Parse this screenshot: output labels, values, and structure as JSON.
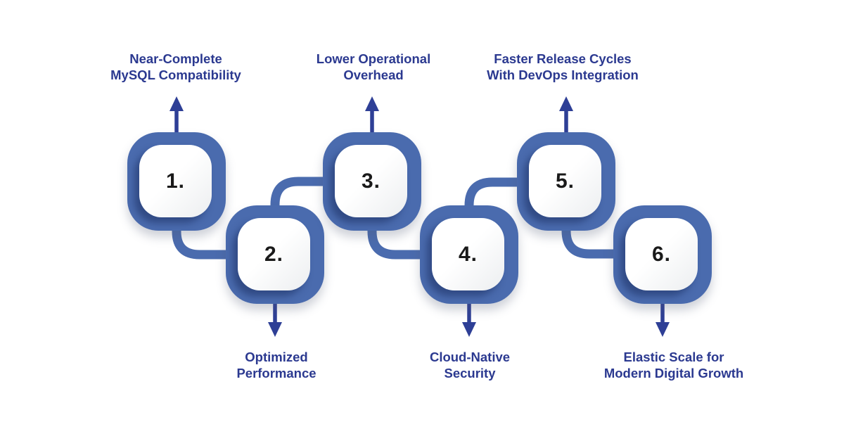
{
  "colors": {
    "ring": "#4a6bae",
    "arrow": "#2e3f96",
    "label": "#2b3990",
    "number": "#1a1a1a"
  },
  "steps": [
    {
      "number": "1.",
      "line1": "Near-Complete",
      "line2": "MySQL Compatibility",
      "label_position": "top"
    },
    {
      "number": "2.",
      "line1": "Optimized",
      "line2": "Performance",
      "label_position": "bottom"
    },
    {
      "number": "3.",
      "line1": "Lower Operational",
      "line2": "Overhead",
      "label_position": "top"
    },
    {
      "number": "4.",
      "line1": "Cloud-Native",
      "line2": "Security",
      "label_position": "bottom"
    },
    {
      "number": "5.",
      "line1": "Faster Release Cycles",
      "line2": "With DevOps Integration",
      "label_position": "top"
    },
    {
      "number": "6.",
      "line1": "Elastic Scale for",
      "line2": "Modern Digital Growth",
      "label_position": "bottom"
    }
  ]
}
